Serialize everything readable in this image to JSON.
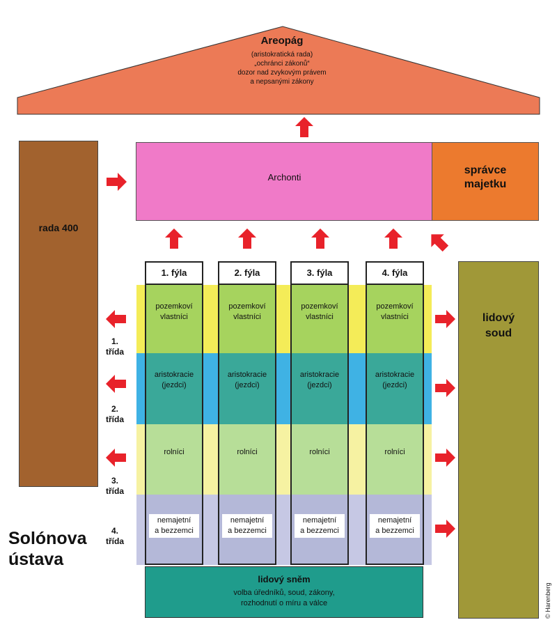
{
  "areopag": {
    "title": "Areopág",
    "lines": [
      "(aristokratická rada)",
      "„ochránci zákonů“",
      "dozor nad zvykovým právem",
      "a nepsanými zákony"
    ]
  },
  "archonti": "Archonti",
  "spravce": [
    "správce",
    "majetku"
  ],
  "rada": "rada 400",
  "soud": [
    "lidový",
    "soud"
  ],
  "fyly": [
    "1. fýla",
    "2. fýla",
    "3. fýla",
    "4. fýla"
  ],
  "classes": [
    {
      "lines": [
        "pozemkoví",
        "vlastníci"
      ]
    },
    {
      "lines": [
        "aristokracie",
        "(jezdci)"
      ]
    },
    {
      "lines": [
        "rolníci"
      ]
    },
    {
      "lines": [
        "nemajetní",
        "a bezzemci"
      ]
    }
  ],
  "tridy": [
    [
      "1.",
      "třída"
    ],
    [
      "2.",
      "třída"
    ],
    [
      "3.",
      "třída"
    ],
    [
      "4.",
      "třída"
    ]
  ],
  "title": [
    "Solónova",
    "ústava"
  ],
  "snem": {
    "title": "lidový sněm",
    "lines": [
      "volba úředníků, soud, zákony,",
      "rozhodnutí o míru a válce"
    ]
  },
  "copyright": "© Harenberg",
  "colors": {
    "areopag": "#ec7a56",
    "archonti": "#f07ac8",
    "spravce": "#ec7a2e",
    "rada": "#a2622e",
    "soud": "#a09838",
    "arrow": "#e8222a",
    "snem": "#1f9c8c",
    "class_colors": [
      "#a6d35e",
      "#3aa899",
      "#b7de98",
      "#b4b8d8"
    ],
    "band_colors": [
      "#f4ec58",
      "#3fb2e4",
      "#f6f2a2",
      "#c6c8e4"
    ]
  }
}
